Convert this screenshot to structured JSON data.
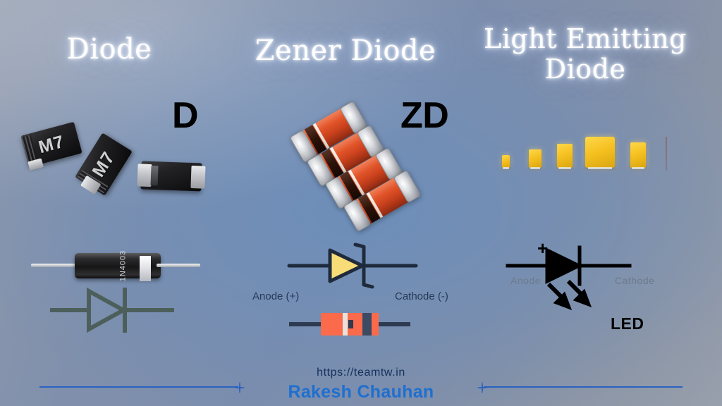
{
  "background": {
    "gradient_from": "#9aa2b2",
    "gradient_mid": "#7d8eae",
    "gradient_to": "#99a0ad"
  },
  "panels": [
    {
      "id": "diode",
      "title": "Diode",
      "abbr": "D",
      "photo_marking": "M7",
      "axial_part_number": "1N4003",
      "symbol": "diode-symbol-outline",
      "symbol_color": "#4a5c58"
    },
    {
      "id": "zener",
      "title": "Zener Diode",
      "abbr": "ZD",
      "symbol": "zener-diode-symbol",
      "symbol_fill": "#f7dc78",
      "symbol_stroke": "#1f2b3d",
      "anode_label": "Anode (+)",
      "cathode_label": "Cathode (-)",
      "body_color": "#fb6a4a"
    },
    {
      "id": "led",
      "title": "Light Emitting Diode",
      "title_line1": "Light Emitting",
      "title_line2": "Diode",
      "symbol": "led-symbol",
      "symbol_color": "#000000",
      "plus_label": "+",
      "anode_label": "Anode",
      "cathode_label": "Cathode",
      "name_label": "LED",
      "chip_color": "#f4bf1e"
    }
  ],
  "footer": {
    "url": "https://teamtw.in",
    "author": "Rakesh Chauhan",
    "rule_color": "#2b62c0"
  }
}
